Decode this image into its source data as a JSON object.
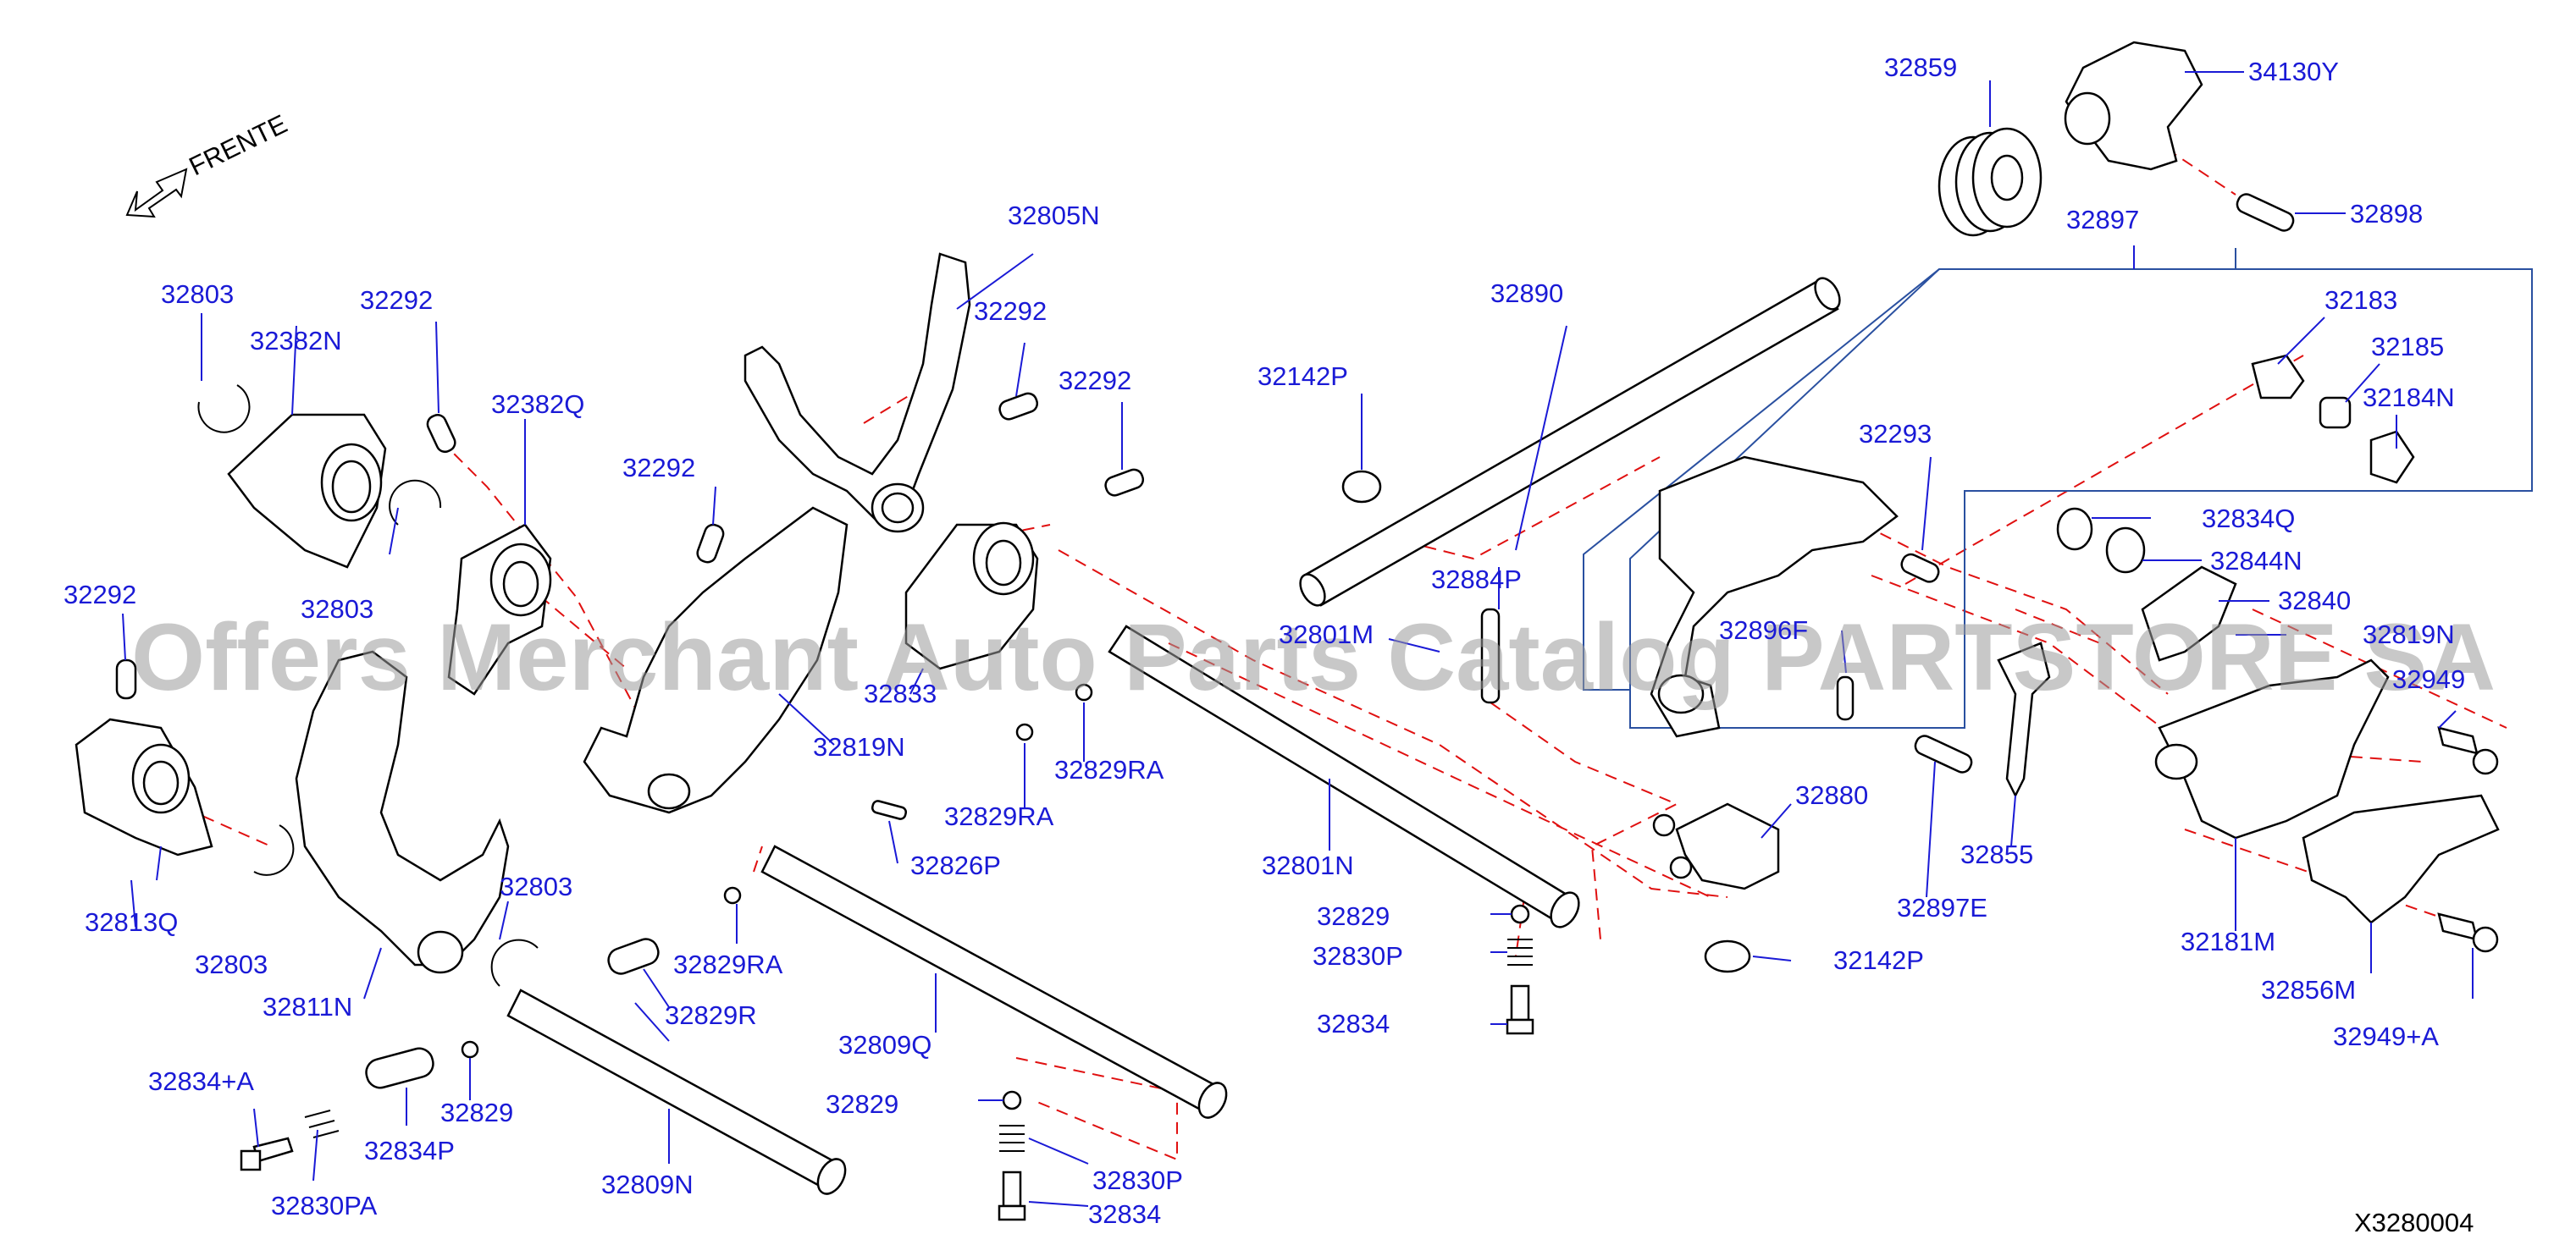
{
  "diagram": {
    "direction_label": "FRENTE",
    "code": "X3280004",
    "watermark": "Offers Merchant Auto Parts Catalog PARTSTORE SA",
    "parts": {
      "p32859": "32859",
      "p34130Y": "34130Y",
      "p32898": "32898",
      "p32897": "32897",
      "p32890": "32890",
      "p32183": "32183",
      "p32185": "32185",
      "p32184N": "32184N",
      "p32142P_top": "32142P",
      "p32293": "32293",
      "p32834Q": "32834Q",
      "p32844N": "32844N",
      "p32840": "32840",
      "p32819N_right": "32819N",
      "p32949": "32949",
      "p32884P": "32884P",
      "p32801M": "32801M",
      "p32896F": "32896F",
      "p32805N": "32805N",
      "p32292_a": "32292",
      "p32292_b": "32292",
      "p32292_c": "32292",
      "p32292_d": "32292",
      "p32292_e": "32292",
      "p32803_a": "32803",
      "p32803_b": "32803",
      "p32803_c": "32803",
      "p32803_d": "32803",
      "p32382N": "32382N",
      "p32382Q": "32382Q",
      "p32833": "32833",
      "p32819N_mid": "32819N",
      "p32829RA_a": "32829RA",
      "p32829RA_b": "32829RA",
      "p32829RA_c": "32829RA",
      "p32813Q": "32813Q",
      "p32811N": "32811N",
      "p32826P": "32826P",
      "p32801N": "32801N",
      "p32880": "32880",
      "p32855": "32855",
      "p32897E": "32897E",
      "p32142P_bottom": "32142P",
      "p32181M": "32181M",
      "p32856M": "32856M",
      "p32949A": "32949+A",
      "p32829_a": "32829",
      "p32829_b": "32829",
      "p32829_c": "32829",
      "p32830P_a": "32830P",
      "p32830P_b": "32830P",
      "p32834_a": "32834",
      "p32834_b": "32834",
      "p32829R": "32829R",
      "p32809Q": "32809Q",
      "p32809N": "32809N",
      "p32834A": "32834+A",
      "p32834P": "32834P",
      "p32830PA": "32830PA"
    }
  }
}
